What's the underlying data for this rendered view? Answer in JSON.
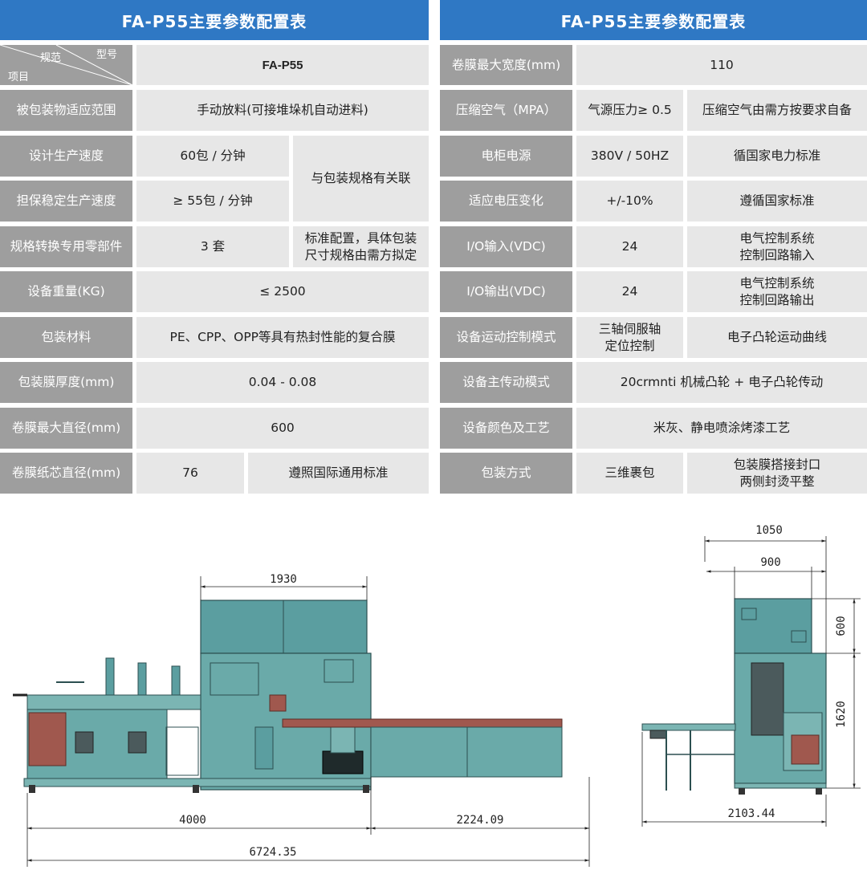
{
  "left_table": {
    "title": "FA-P55主要参数配置表",
    "corner": {
      "col_label": "型号",
      "mid_label": "规范",
      "row_label": "项目"
    },
    "model": "FA-P55",
    "rows": [
      {
        "label": "被包装物适应范围",
        "value": "手动放料(可接堆垛机自动进料)"
      },
      {
        "label": "设计生产速度",
        "value": "60包 / 分钟"
      },
      {
        "label": "担保稳定生产速度",
        "value": "≥ 55包 / 分钟"
      },
      {
        "label": "规格转换专用零部件",
        "value": "3 套",
        "note": "标准配置，具体包装\n尺寸规格由需方拟定"
      },
      {
        "label": "设备重量(KG)",
        "value": "≤ 2500"
      },
      {
        "label": "包装材料",
        "value": "PE、CPP、OPP等具有热封性能的复合膜"
      },
      {
        "label": "包装膜厚度(mm)",
        "value": "0.04 - 0.08"
      },
      {
        "label": "卷膜最大直径(mm)",
        "value": "600"
      },
      {
        "label": "卷膜纸芯直径(mm)",
        "value": "76",
        "note": "遵照国际通用标准"
      }
    ],
    "speed_note": "与包装规格有关联"
  },
  "right_table": {
    "title": "FA-P55主要参数配置表",
    "rows": [
      {
        "label": "卷膜最大宽度(mm)",
        "value": "110"
      },
      {
        "label": "压缩空气（MPA）",
        "value": "气源压力≥ 0.5",
        "note": "压缩空气由需方按要求自备"
      },
      {
        "label": "电柜电源",
        "value": "380V / 50HZ",
        "note": "循国家电力标准"
      },
      {
        "label": "适应电压变化",
        "value": "+/-10%",
        "note": "遵循国家标准"
      },
      {
        "label": "I/O输入(VDC)",
        "value": "24",
        "note": "电气控制系统\n控制回路输入"
      },
      {
        "label": "I/O输出(VDC)",
        "value": "24",
        "note": "电气控制系统\n控制回路输出"
      },
      {
        "label": "设备运动控制模式",
        "value": "三轴伺服轴\n定位控制",
        "note": "电子凸轮运动曲线"
      },
      {
        "label": "设备主传动模式",
        "value": "20crmnti 机械凸轮 + 电子凸轮传动"
      },
      {
        "label": "设备颜色及工艺",
        "value": "米灰、静电喷涂烤漆工艺"
      },
      {
        "label": "包装方式",
        "value": "三维裹包",
        "note": "包装膜搭接封口\n两侧封烫平整"
      }
    ]
  },
  "drawing": {
    "front": {
      "top_width": "1930",
      "main_length": "4000",
      "conveyor_length": "2224.09",
      "total_length": "6724.35"
    },
    "side": {
      "overall_width": "1050",
      "body_width": "900",
      "top_height": "600",
      "main_height": "1620",
      "base_width": "2103.44"
    }
  },
  "colors": {
    "header_blue": "#2f78c4",
    "label_gray": "#9e9e9e",
    "value_gray": "#e7e7e7",
    "machine_teal": "#5b9ea0",
    "conveyor_red": "#a0584e"
  }
}
